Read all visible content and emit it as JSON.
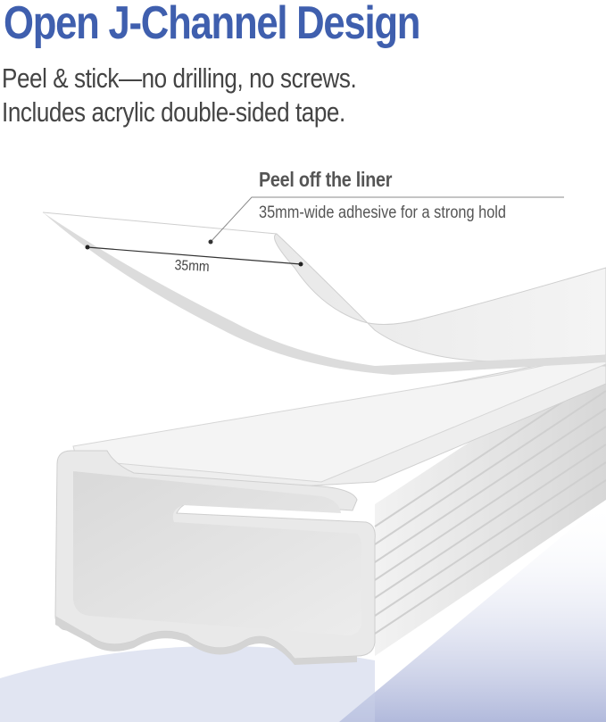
{
  "headline": "Open J-Channel Design",
  "subheadline_lines": [
    "Peel & stick—no drilling, no screws.",
    "Includes acrylic double-sided tape."
  ],
  "callout": {
    "title": "Peel off the liner",
    "description": "35mm-wide adhesive for a strong hold"
  },
  "dimension_label": "35mm",
  "colors": {
    "headline": "#3f5fae",
    "body_text": "#444444",
    "callout_title": "#555555",
    "callout_desc": "#555555",
    "leader_line": "#888888",
    "channel_body": "#e4e4e4",
    "channel_shadow": "#b9c0de",
    "liner": "#e9e9e9",
    "tape": "#f1f1f1"
  }
}
